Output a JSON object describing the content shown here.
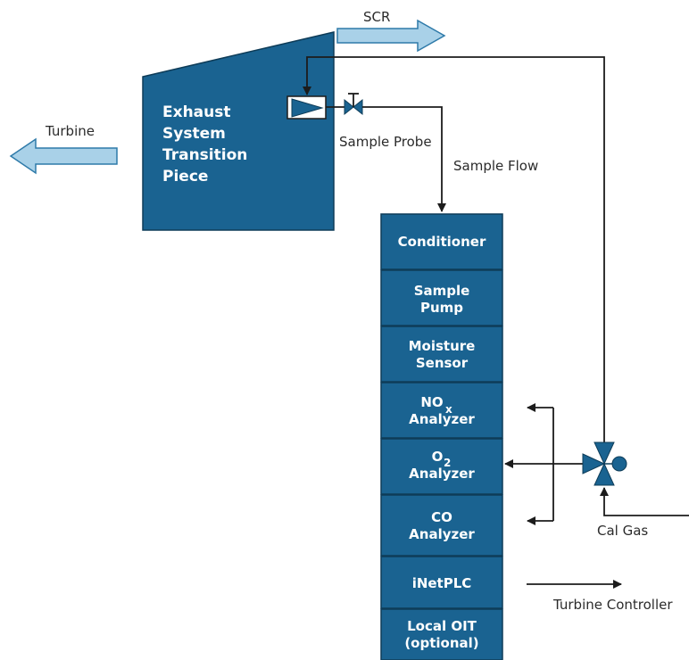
{
  "labels": {
    "scr": "SCR",
    "turbine": "Turbine",
    "sample_probe": "Sample Probe",
    "sample_flow": "Sample Flow",
    "cal_gas": "Cal Gas",
    "turbine_controller": "Turbine Controller"
  },
  "exhaust": {
    "line1": "Exhaust",
    "line2": "System",
    "line3": "Transition",
    "line4": "Piece"
  },
  "stack": {
    "conditioner": "Conditioner",
    "sample_pump_1": "Sample",
    "sample_pump_2": "Pump",
    "moisture_1": "Moisture",
    "moisture_2": "Sensor",
    "nox_1": "NO",
    "nox_sub": "x",
    "nox_2": "Analyzer",
    "o2_1": "O",
    "o2_sub": "2",
    "o2_2": "Analyzer",
    "co_1": "CO",
    "co_2": "Analyzer",
    "inetplc": "iNetPLC",
    "oit_1": "Local OIT",
    "oit_2": "(optional)"
  },
  "colors": {
    "box": "#1a6391",
    "arrow_fill": "#a9d1e8"
  }
}
